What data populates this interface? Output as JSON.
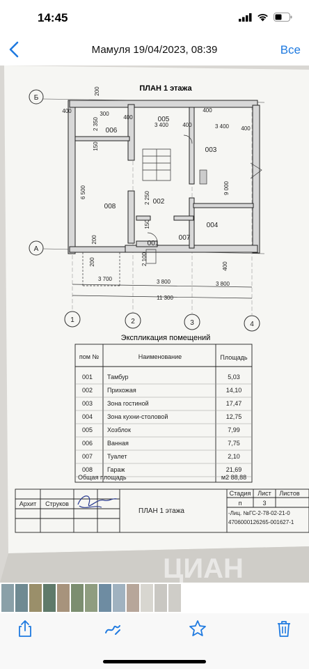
{
  "status_bar": {
    "time": "14:45"
  },
  "nav": {
    "title": "Мамуля 19/04/2023, 08:39",
    "done_label": "Все"
  },
  "plan": {
    "title": "ПЛАН 1 этажа",
    "axis_letters": [
      "Б",
      "А"
    ],
    "axis_numbers": [
      "1",
      "2",
      "3",
      "4"
    ],
    "room_numbers": [
      "005",
      "006",
      "003",
      "008",
      "002",
      "004",
      "007",
      "001"
    ],
    "dims": {
      "d400a": "400",
      "d300": "300",
      "d400b": "400",
      "d400c": "400",
      "d3400a": "3 400",
      "d400d": "400",
      "d3400b": "3 400",
      "d400e": "400",
      "d200a": "200",
      "d2350": "2 350",
      "d150a": "150",
      "d6500": "6 500",
      "d2250": "2 250",
      "d150b": "150",
      "d200b": "200",
      "d9000": "9 000",
      "d200c": "200",
      "d2100": "2 100",
      "d400f": "400",
      "d3700": "3 700",
      "d3800a": "3 800",
      "d3800b": "3 800",
      "d11300": "11 300"
    }
  },
  "explication": {
    "title": "Экспликация помещений",
    "headers": [
      "пом №",
      "Наименование",
      "Площадь"
    ],
    "rows": [
      {
        "num": "001",
        "name": "Тамбур",
        "area": "5,03"
      },
      {
        "num": "002",
        "name": "Прихожая",
        "area": "14,10"
      },
      {
        "num": "003",
        "name": "Зона гостиной",
        "area": "17,47"
      },
      {
        "num": "004",
        "name": "Зона кухни-столовой",
        "area": "12,75"
      },
      {
        "num": "005",
        "name": "Хозблок",
        "area": "7,99"
      },
      {
        "num": "006",
        "name": "Ванная",
        "area": "7,75"
      },
      {
        "num": "007",
        "name": "Туалет",
        "area": "2,10"
      },
      {
        "num": "008",
        "name": "Гараж",
        "area": "21,69"
      }
    ],
    "total_label": "Общая площадь",
    "total_value": "м2 88,88"
  },
  "stamp": {
    "role": "Архит",
    "surname": "Струков",
    "sheet_title": "ПЛАН 1 этажа",
    "stage_header": "Стадия",
    "sheet_header": "Лист",
    "sheets_header": "Листов",
    "stage": "п",
    "sheet": "3",
    "code1": "-Лиц. №ГС-2-78-02-21-0",
    "code2": "4706000126265-001627-1"
  },
  "watermark": "ЦИАН",
  "thumbs": [
    {
      "color": "#8aa0a8"
    },
    {
      "color": "#6f8a92"
    },
    {
      "color": "#9a8f6a"
    },
    {
      "color": "#5f7a6a"
    },
    {
      "color": "#a7937c"
    },
    {
      "color": "#7c8e70"
    },
    {
      "color": "#8f9d80"
    },
    {
      "color": "#6e8ca2"
    },
    {
      "color": "#a0b2c0"
    },
    {
      "color": "#b7a69a"
    },
    {
      "color": "#d8d6d0"
    },
    {
      "color": "#c9c7c2"
    },
    {
      "color": "#cfcdc8"
    }
  ],
  "colors": {
    "accent": "#1f7ae0"
  }
}
